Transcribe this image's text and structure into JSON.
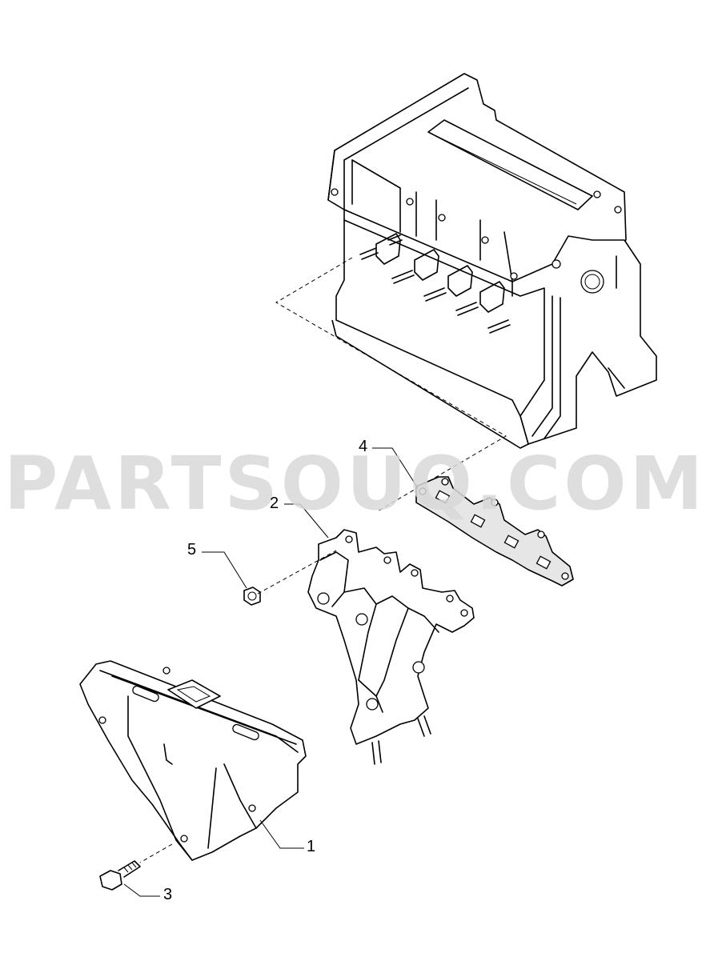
{
  "watermark": "PARTSOUQ.COM",
  "callouts": [
    {
      "id": "1",
      "label": "1"
    },
    {
      "id": "2",
      "label": "2"
    },
    {
      "id": "3",
      "label": "3"
    },
    {
      "id": "4",
      "label": "4"
    },
    {
      "id": "5",
      "label": "5"
    }
  ]
}
